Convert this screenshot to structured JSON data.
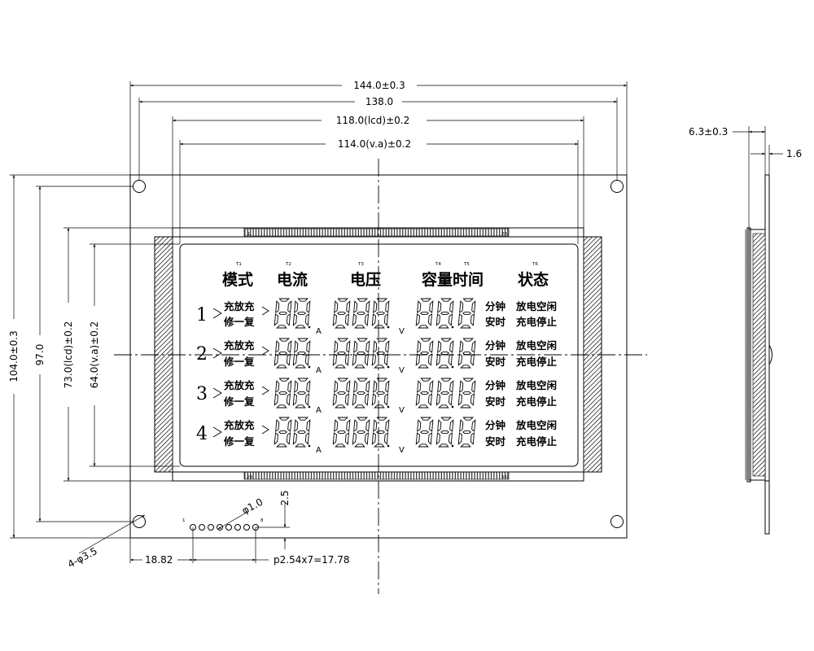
{
  "dimensions": {
    "outer_width": "144.0±0.3",
    "hole_spacing_x": "138.0",
    "lcd_width": "118.0(lcd)±0.2",
    "va_width": "114.0(v.a)±0.2",
    "outer_height": "104.0±0.3",
    "hole_spacing_y": "97.0",
    "lcd_height": "73.0(lcd)±0.2",
    "va_height": "64.0(v.a)±0.2",
    "thickness": "6.3±0.3",
    "glass": "1.6",
    "pin_diameter": "φ1.0",
    "pin_offset": "2.5",
    "hole_diameter": "4-φ3.5",
    "pin_left": "18.82",
    "pin_pitch": "p2.54x7=17.78"
  },
  "connector": {
    "pin_1": "1",
    "pin_28": "28",
    "pin_29": "29",
    "pin_56": "56",
    "header_pin_1": "1",
    "header_pin_8": "8"
  },
  "headers": {
    "mode": "模式",
    "current": "电流",
    "voltage": "电压",
    "capacity_time": "容量时间",
    "status": "状态",
    "t1": "T1",
    "t2": "T2",
    "t3": "T3",
    "t4": "T4",
    "t5": "T5",
    "t6": "T6"
  },
  "rows": [
    {
      "num": "1"
    },
    {
      "num": "2"
    },
    {
      "num": "3"
    },
    {
      "num": "4"
    }
  ],
  "labels": {
    "charge_discharge_charge": "充放充",
    "repair": "修一复",
    "minute_hour_top": "分钟",
    "ah_bottom": "安时",
    "discharge_empty_idle": "放电空闲",
    "charge_stop": "充电停止",
    "unit_a": "A",
    "unit_v": "V"
  }
}
